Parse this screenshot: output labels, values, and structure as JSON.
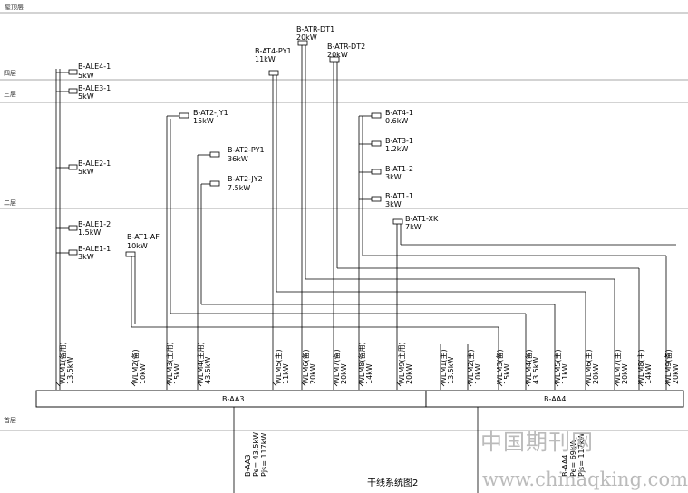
{
  "floors": [
    {
      "label": "屋顶层"
    },
    {
      "label": "四层"
    },
    {
      "label": "三层"
    },
    {
      "label": "二层"
    },
    {
      "label": "首层"
    }
  ],
  "top_panels": [
    {
      "name": "B-ATR-DT1",
      "power": "20kW"
    },
    {
      "name": "B-ATR-DT2",
      "power": "20kW"
    },
    {
      "name": "B-AT4-PY1",
      "power": "11kW"
    }
  ],
  "left_panels": [
    {
      "name": "B-ALE4-1",
      "power": "5kW"
    },
    {
      "name": "B-ALE3-1",
      "power": "5kW"
    },
    {
      "name": "B-ALE2-1",
      "power": "5kW"
    },
    {
      "name": "B-ALE1-2",
      "power": "1.5kW"
    },
    {
      "name": "B-ALE1-1",
      "power": "3kW"
    }
  ],
  "mid_panels": [
    {
      "name": "B-AT1-AF",
      "power": "10kW"
    },
    {
      "name": "B-AT2-JY1",
      "power": "15kW"
    },
    {
      "name": "B-AT2-PY1",
      "power": "36kW"
    },
    {
      "name": "B-AT2-JY2",
      "power": "7.5kW"
    }
  ],
  "right_panels": [
    {
      "name": "B-AT4-1",
      "power": "0.6kW"
    },
    {
      "name": "B-AT3-1",
      "power": "1.2kW"
    },
    {
      "name": "B-AT1-2",
      "power": "3kW"
    },
    {
      "name": "B-AT1-1",
      "power": "3kW"
    },
    {
      "name": "B-AT1-XK",
      "power": "7kW"
    }
  ],
  "circuits_left": [
    {
      "id": "WLM1(备用)",
      "power": "13.5kW"
    },
    {
      "id": "WLM2(备)",
      "power": "10kW"
    },
    {
      "id": "WLM3(主用)",
      "power": "15kW"
    },
    {
      "id": "WLM4(主用)",
      "power": "43.5kW"
    },
    {
      "id": "WLM5(主)",
      "power": "11kW"
    },
    {
      "id": "WLM6(备)",
      "power": "20kW"
    },
    {
      "id": "WLM7(备)",
      "power": "20kW"
    },
    {
      "id": "WLM8(备用)",
      "power": "14kW"
    },
    {
      "id": "WLM9(主用)",
      "power": "20kW"
    }
  ],
  "circuits_right": [
    {
      "id": "WLM1(主)",
      "power": "13.5kW"
    },
    {
      "id": "WLM2(主)",
      "power": "10kW"
    },
    {
      "id": "WLM3(备)",
      "power": "15kW"
    },
    {
      "id": "WLM4(备)",
      "power": "43.5kW"
    },
    {
      "id": "WLM5(主)",
      "power": "11kW"
    },
    {
      "id": "WLM6(主)",
      "power": "20kW"
    },
    {
      "id": "WLM7(主)",
      "power": "20kW"
    },
    {
      "id": "WLM8(主)",
      "power": "14kW"
    },
    {
      "id": "WLM9(备)",
      "power": "20kW"
    }
  ],
  "bus_left": {
    "name": "B-AA3"
  },
  "bus_right": {
    "name": "B-AA4"
  },
  "feeders": [
    {
      "name": "B-AA3",
      "line2": "Pe= 43.5kW",
      "line3": "Pjs= 117kW"
    },
    {
      "name": "B-AA4",
      "line2": "Pe= 69kW",
      "line3": "Pjs= 117kW"
    }
  ],
  "caption": "干线系统图2",
  "watermark": {
    "cn": "中国期刊网",
    "url": "www.chinaqking.com"
  },
  "colors": {
    "line": "#000000",
    "floor_line": "#8a8a8a",
    "watermark": "#bbbbbb"
  }
}
